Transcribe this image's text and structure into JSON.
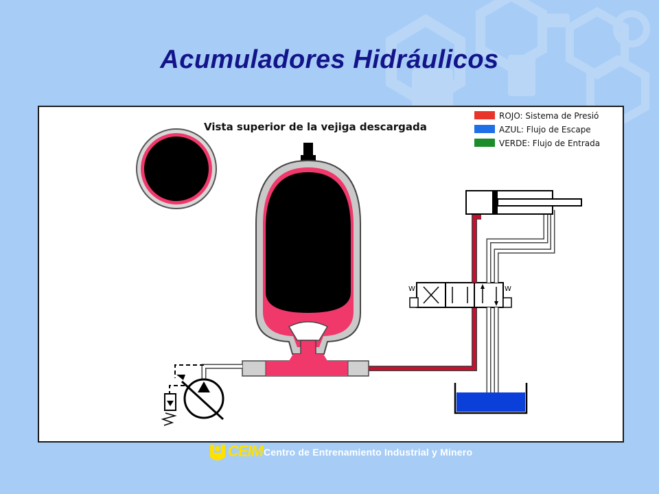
{
  "slide": {
    "title": "Acumuladores Hidráulicos"
  },
  "diagram": {
    "caption": "Vista superior de la vejiga descargada",
    "legend": [
      {
        "label": "ROJO: Sistema de Presió",
        "color": "#e8352b"
      },
      {
        "label": "AZUL: Flujo de Escape",
        "color": "#1f6fe8"
      },
      {
        "label": "VERDE: Flujo de Entrada",
        "color": "#1a8c2a"
      }
    ],
    "valve_solenoid_left": "W",
    "valve_solenoid_right": "W",
    "pressure_fluid_color": "#f0386b",
    "return_fluid_color": "#0b3fd9",
    "line_red_color": "#c8102e"
  },
  "footer": {
    "logo_text": "CEIM",
    "organization": "Centro de Entrenamiento Industrial y Minero"
  },
  "colors": {
    "background": "#a7cdf6",
    "title": "#13148a",
    "decor": "#c6def8"
  }
}
